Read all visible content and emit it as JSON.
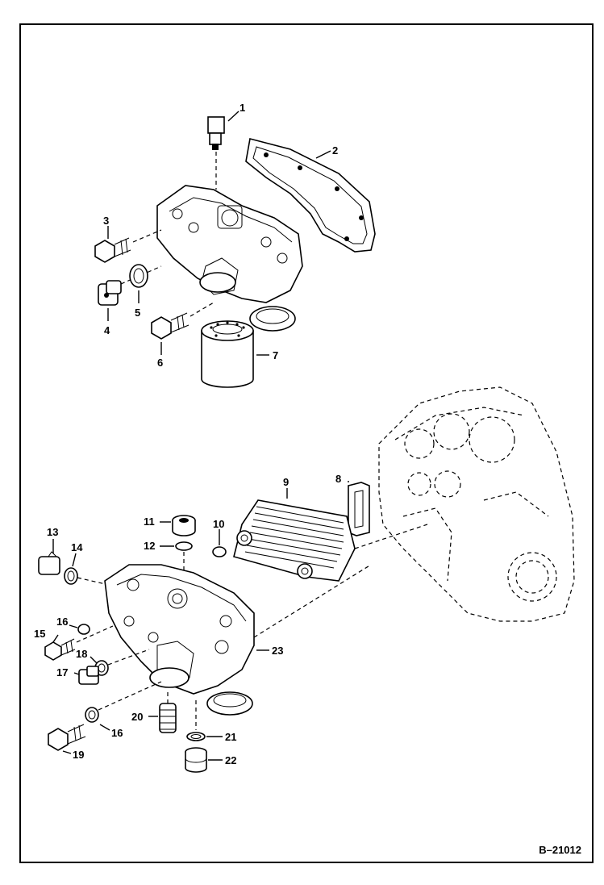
{
  "drawing_number": "B–21012",
  "callouts": {
    "c1": "1",
    "c2": "2",
    "c3": "3",
    "c4": "4",
    "c5": "5",
    "c6": "6",
    "c7": "7",
    "c8": "8",
    "c9": "9",
    "c10": "10",
    "c11": "11",
    "c12": "12",
    "c13": "13",
    "c14": "14",
    "c15": "15",
    "c16a": "16",
    "c16b": "16",
    "c17": "17",
    "c18": "18",
    "c19": "19",
    "c20": "20",
    "c21": "21",
    "c22": "22",
    "c23": "23"
  }
}
